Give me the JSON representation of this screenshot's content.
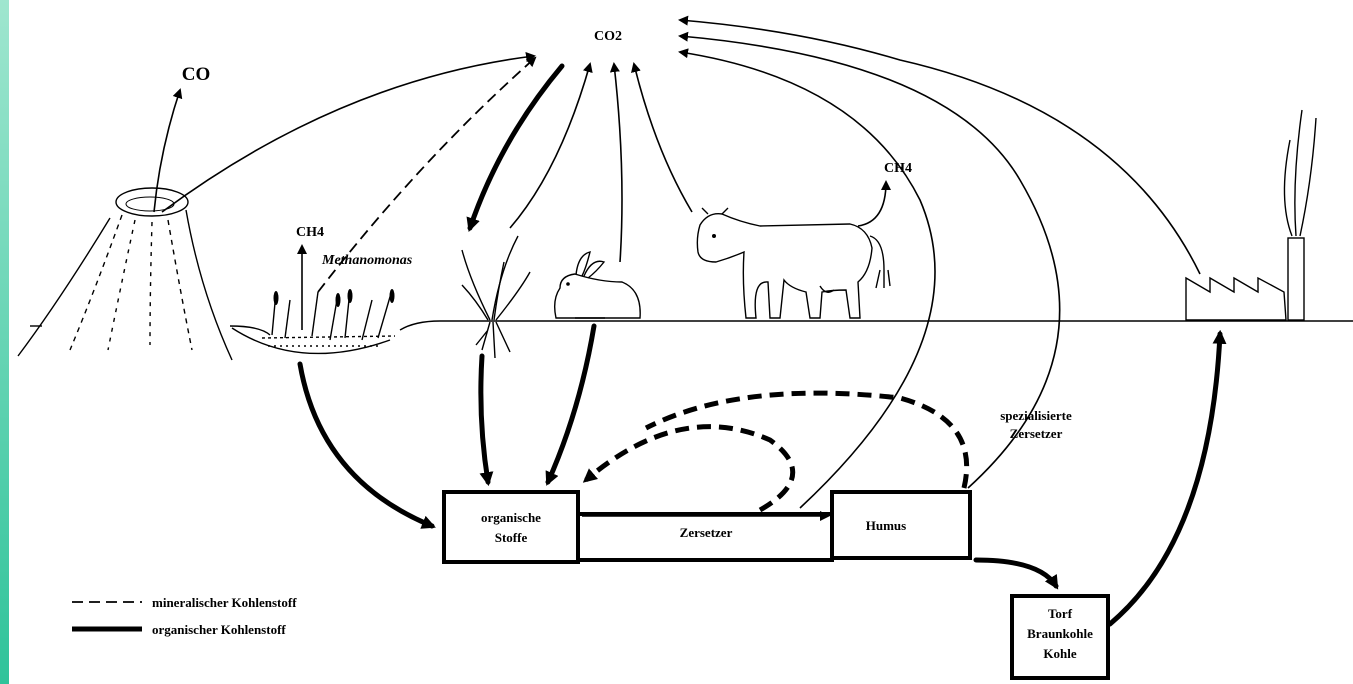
{
  "labels": {
    "co2": "CO2",
    "co": "CO",
    "ch4_swamp": "CH4",
    "ch4_cow": "CH4",
    "methanomonas": "Methanomonas",
    "organic_line1": "organische",
    "organic_line2": "Stoffe",
    "decomposers": "Zersetzer",
    "humus": "Humus",
    "specialised_line1": "spezialisierte",
    "specialised_line2": "Zersetzer",
    "peat_line1": "Torf",
    "peat_line2": "Braunkohle",
    "peat_line3": "Kohle"
  },
  "legend": {
    "mineral": "mineralischer Kohlenstoff",
    "organic": "organischer Kohlenstoff"
  },
  "icons": {
    "volcano": "volcano-icon",
    "swamp": "swamp-reeds-icon",
    "plant": "plant-icon",
    "rabbit": "rabbit-icon",
    "cow": "cow-icon",
    "factory": "factory-icon"
  }
}
